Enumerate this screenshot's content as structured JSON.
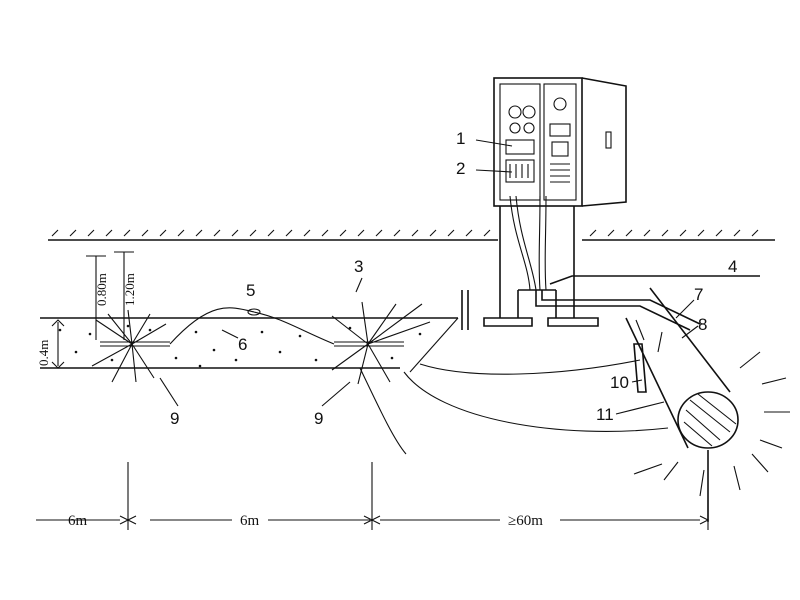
{
  "callouts": [
    "1",
    "2",
    "3",
    "4",
    "5",
    "6",
    "7",
    "8",
    "9",
    "9",
    "10",
    "11"
  ],
  "depths": {
    "shallow": "0.80m",
    "deep": "1.20m",
    "backfill": "0.4m"
  },
  "dimensions": {
    "first": "6m",
    "second": "6m",
    "third": "≥60m"
  }
}
